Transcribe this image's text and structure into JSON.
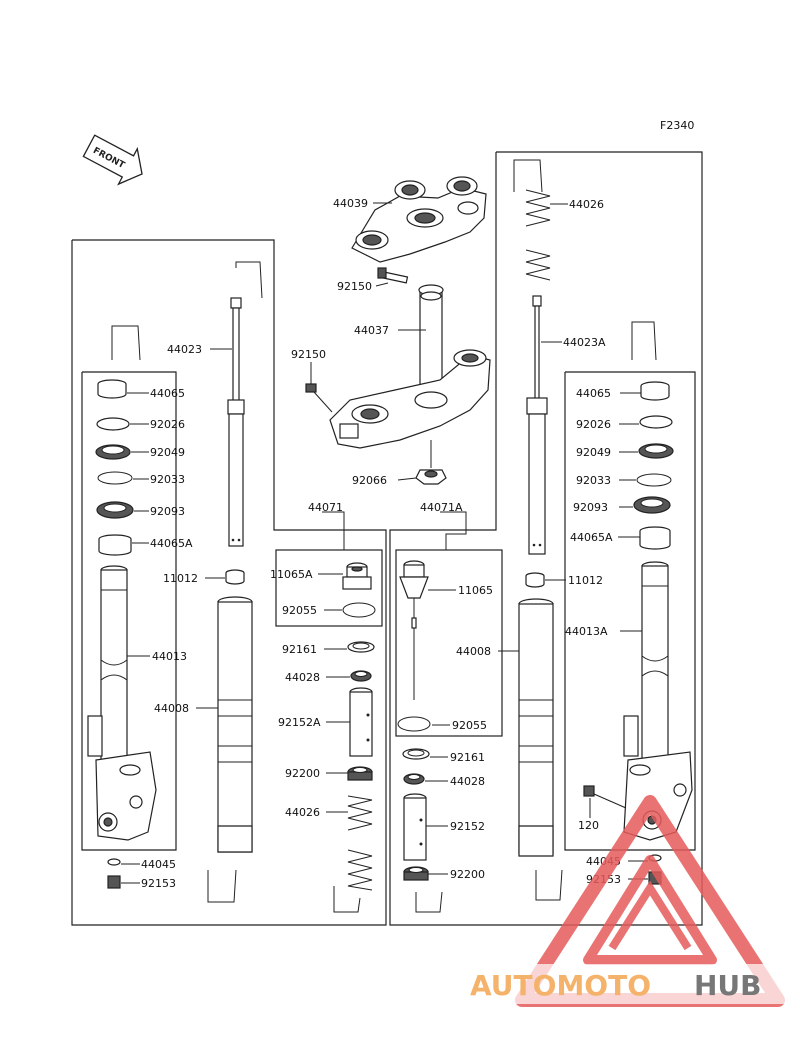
{
  "figure_code": "F2340",
  "front_arrow_text": "FRONT",
  "watermark": {
    "part1": "AUTOMOTO",
    "part2": "HUB"
  },
  "labels": {
    "p44039": "44039",
    "p92150_top": "92150",
    "p44037": "44037",
    "p92150_mid": "92150",
    "p92066": "92066",
    "p44026_right": "44026",
    "p44023": "44023",
    "p44023a": "44023A",
    "left_44065": "44065",
    "left_92026": "92026",
    "left_92049": "92049",
    "left_92033": "92033",
    "left_92093": "92093",
    "left_44065a": "44065A",
    "left_11012": "11012",
    "left_44013": "44013",
    "left_44008": "44008",
    "left_44045": "44045",
    "left_92153": "92153",
    "p44071": "44071",
    "p44071a": "44071A",
    "p11065a": "11065A",
    "c_92055_a": "92055",
    "c_92161_a": "92161",
    "c_44028_a": "44028",
    "c_92152a": "92152A",
    "c_92200_a": "92200",
    "c_44026_a": "44026",
    "p11065": "11065",
    "c_44008_r": "44008",
    "c_92055_b": "92055",
    "c_92161_b": "92161",
    "c_44028_b": "44028",
    "c_92152": "92152",
    "c_92200_b": "92200",
    "right_44065": "44065",
    "right_92026": "92026",
    "right_92049": "92049",
    "right_92033": "92033",
    "right_92093": "92093",
    "right_44065a": "44065A",
    "right_11012": "11012",
    "right_44013a": "44013A",
    "right_120": "120",
    "right_44045": "44045",
    "right_92153": "92153"
  }
}
